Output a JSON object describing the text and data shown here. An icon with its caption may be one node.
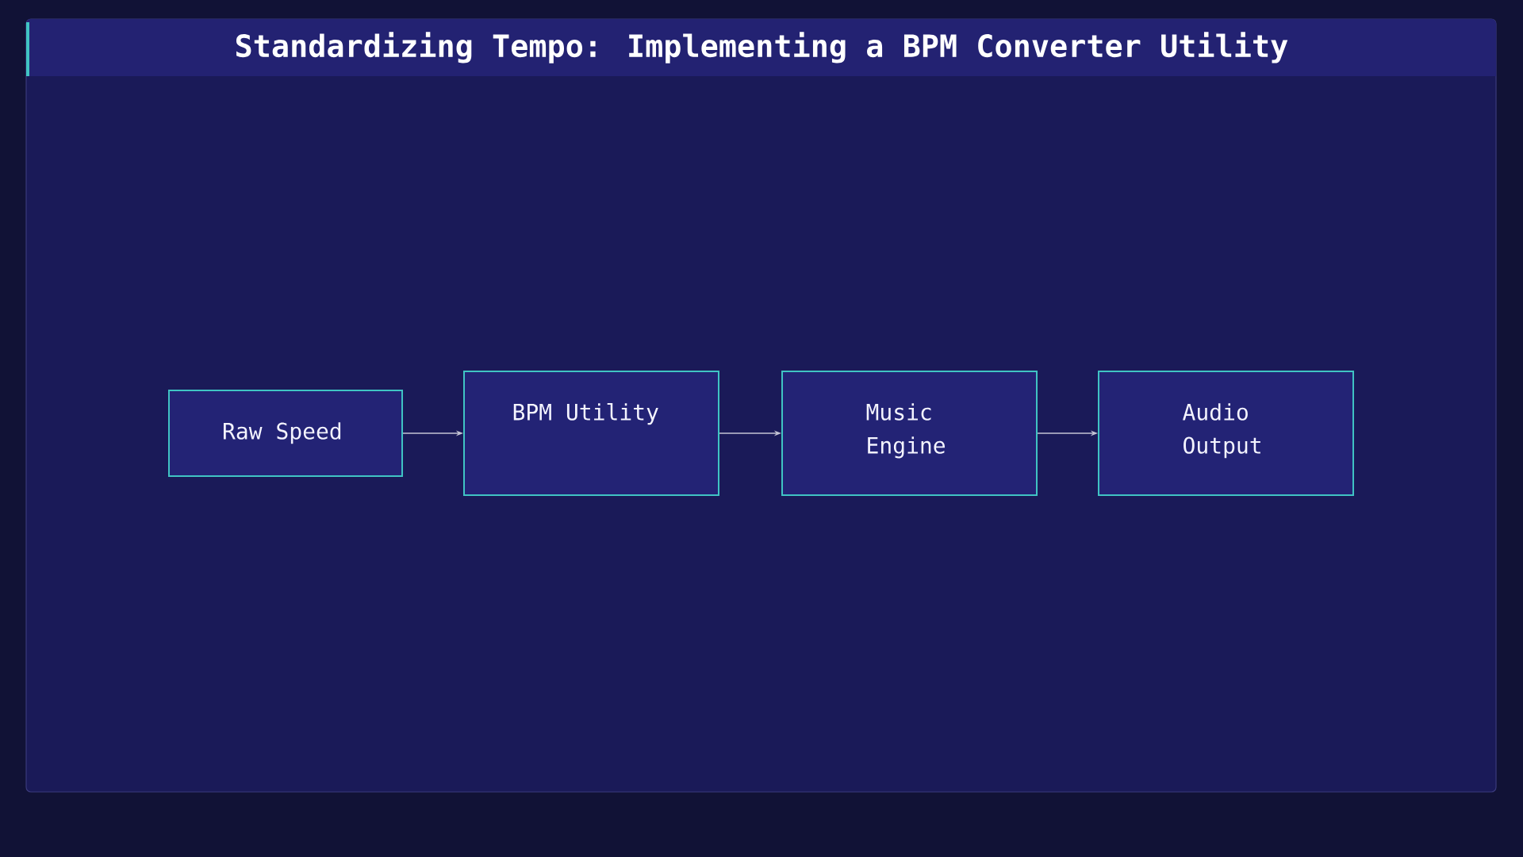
{
  "diagram": {
    "title": "Standardizing Tempo: Implementing a BPM Converter Utility",
    "nodes": [
      {
        "text": [
          "Raw Speed"
        ]
      },
      {
        "text": [
          "BPM Utility"
        ]
      },
      {
        "text": [
          "Music Engine"
        ]
      },
      {
        "text": [
          "Audio Output"
        ]
      }
    ],
    "edges": [
      {
        "from": 0,
        "to": 1,
        "arrow": "to"
      },
      {
        "from": 1,
        "to": 2,
        "arrow": "to"
      },
      {
        "from": 2,
        "to": 3,
        "arrow": "to"
      }
    ]
  }
}
